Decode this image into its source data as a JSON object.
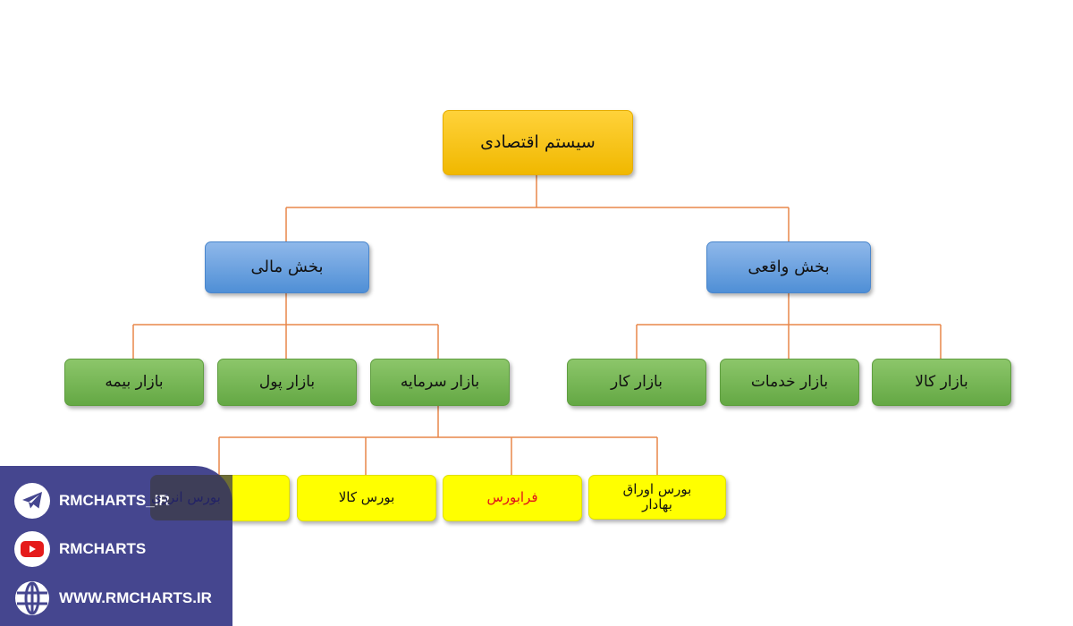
{
  "diagram": {
    "root": "سیستم اقتصادی",
    "financial": {
      "label": "بخش مالی",
      "children": [
        "بازار بیمه",
        "بازار پول",
        "بازار سرمایه"
      ],
      "capital_children": [
        "بورس انرژی",
        "بورس کالا",
        "فرابورس",
        "بورس اوراق بهادار"
      ]
    },
    "real": {
      "label": "بخش واقعی",
      "children": [
        "بازار کار",
        "بازار خدمات",
        "بازار کالا"
      ]
    }
  },
  "colors": {
    "connector": "#e8874a",
    "root": "#f7c51a",
    "level1": "#5b9bdc",
    "level2": "#72b44f",
    "level3": "#ffff00",
    "highlight_text": "#e0101a",
    "panel": "#45468f"
  },
  "branding": {
    "items": [
      {
        "icon": "telegram-icon",
        "label": "RMCHARTS_IR"
      },
      {
        "icon": "youtube-icon",
        "label": "RMCHARTS"
      },
      {
        "icon": "globe-icon",
        "label": "WWW.RMCHARTS.IR"
      }
    ]
  }
}
